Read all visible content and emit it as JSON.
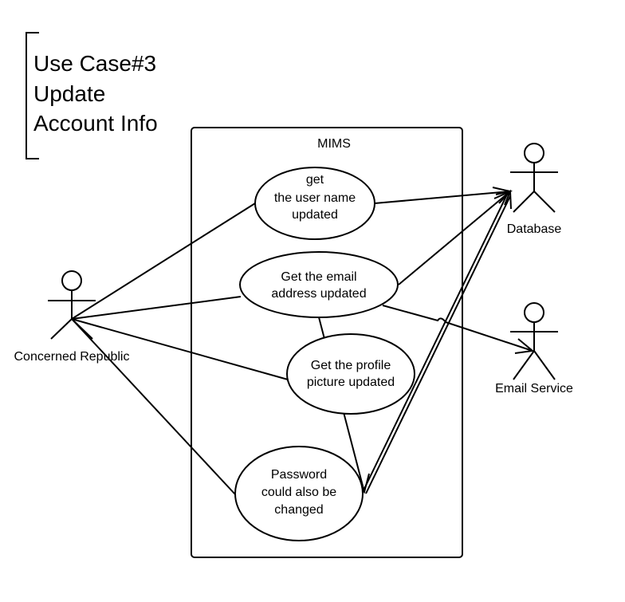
{
  "note": {
    "lines": [
      "Use Case#3",
      "Update",
      "Account Info"
    ]
  },
  "system": {
    "name": "MIMS"
  },
  "actors": {
    "concerned_republic": "Concerned Republic",
    "database": "Database",
    "email_service": "Email Service"
  },
  "use_cases": {
    "username": [
      "get",
      "the user name",
      "updated"
    ],
    "email": [
      "Get the email",
      "address updated"
    ],
    "picture": [
      "Get the profile",
      "picture updated"
    ],
    "password": [
      "Password",
      "could also be",
      "changed"
    ]
  },
  "colors": {
    "stroke": "#000000",
    "background": "#ffffff"
  }
}
